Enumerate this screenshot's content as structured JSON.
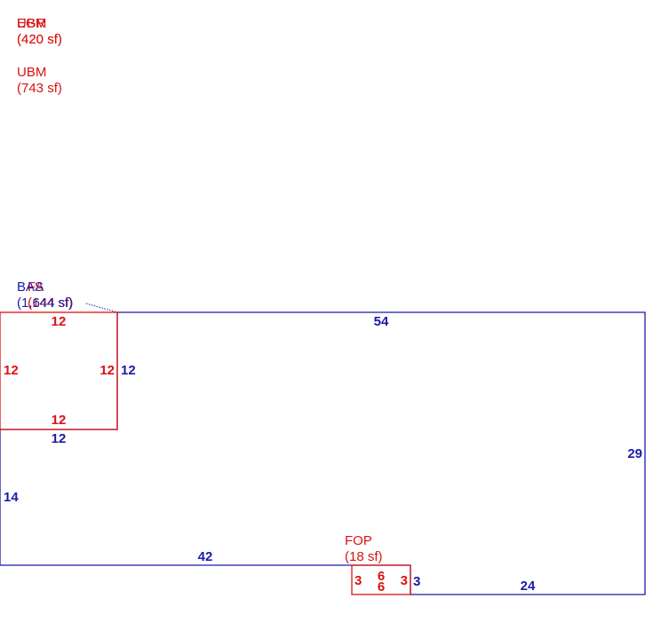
{
  "colors": {
    "main": "#1a1aaa",
    "area": "#dd1111"
  },
  "labels": {
    "egr_name": "EGR",
    "egr_area": "(420 sf)",
    "ubm1_name": "UBM",
    "ubm1_area": "(420 sf)",
    "ubm2_name": "UBM",
    "ubm2_area": "(743 sf)",
    "bas_name": "BAS",
    "bas_area": "(1,644 sf)",
    "fa_name": "FA",
    "fa_area": "(144 sf)",
    "fop_name": "FOP",
    "fop_area": "(18 sf)"
  },
  "dims": {
    "bas_top": "54",
    "bas_right": "29",
    "bas_bottom_right": "24",
    "bas_step": "3",
    "bas_bottom_left": "42",
    "bas_left": "14",
    "bas_notch_bottom": "12",
    "bas_notch_right": "12",
    "fa_top": "12",
    "fa_left": "12",
    "fa_right": "12",
    "fa_bottom": "12",
    "fop_top": "6",
    "fop_bottom": "6",
    "fop_left": "3",
    "fop_right": "3"
  }
}
